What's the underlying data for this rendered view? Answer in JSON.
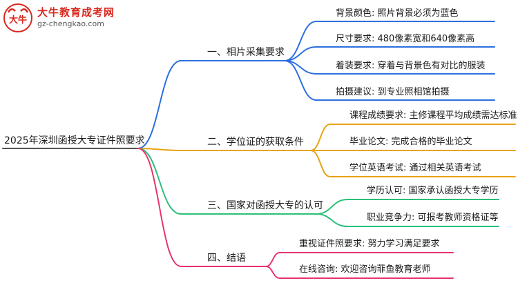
{
  "header": {
    "logo_name": "大牛教育成考网",
    "logo_url": "gz-chengkao.com",
    "logo_mark_text": "大牛"
  },
  "mindmap": {
    "root": "2025年深圳函授大专证件照要求",
    "branches": [
      {
        "label": "一、相片采集要求",
        "color": "#2b6fe0",
        "children": [
          "背景颜色: 照片背景必须为蓝色",
          "尺寸要求: 480像素宽和640像素高",
          "着装要求: 穿着与背景色有对比的服装",
          "拍摄建议: 到专业照相馆拍摄"
        ]
      },
      {
        "label": "二、学位证的获取条件",
        "color": "#e8a316",
        "children": [
          "课程成绩要求: 主修课程平均成绩需达标准",
          "毕业论文: 完成合格的毕业论文",
          "学位英语考试: 通过相关英语考试"
        ]
      },
      {
        "label": "三、国家对函授大专的认可",
        "color": "#2bbf7a",
        "children": [
          "学历认可: 国家承认函授大专学历",
          "职业竞争力: 可报考教师资格证等"
        ]
      },
      {
        "label": "四、结语",
        "color": "#e8336d",
        "children": [
          "重视证件照要求: 努力学习满足要求",
          "在线咨询: 欢迎咨询菲鱼教育老师"
        ]
      }
    ]
  }
}
